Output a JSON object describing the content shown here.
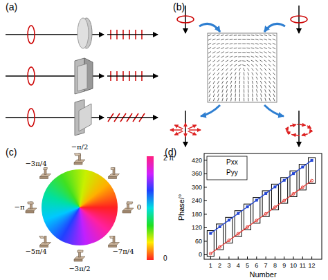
{
  "diagram": {
    "labels": [
      "(a)",
      "(b)",
      "(c)",
      "(d)",
      "−π/2",
      "−3π/4",
      "−π",
      "−5π/4",
      "−3π/2",
      "−7π/4",
      "0",
      "2 π",
      "0",
      "0",
      "60",
      "120",
      "180",
      "240",
      "300",
      "360",
      "420",
      "1",
      "2",
      "3",
      "4",
      "5",
      "6",
      "7",
      "8",
      "9",
      "10",
      "11",
      "12",
      "Phase/°",
      "Number"
    ],
    "legend": [
      {
        "text": "Pxx",
        "color": "#2447d6"
      },
      {
        "text": "Pyy",
        "color": "#e5403a"
      }
    ]
  }
}
